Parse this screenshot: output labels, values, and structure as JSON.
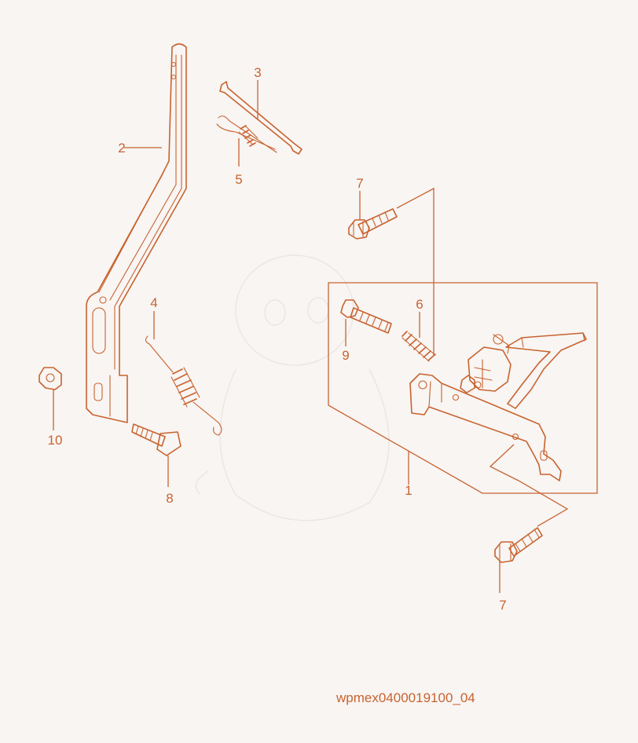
{
  "diagram": {
    "callouts": {
      "c1": "1",
      "c2": "2",
      "c3": "3",
      "c4": "4",
      "c5": "5",
      "c6": "6",
      "c7a": "7",
      "c7b": "7",
      "c8": "8",
      "c9": "9",
      "c10": "10"
    },
    "reference_code": "wpmex0400019100_04",
    "line_color": "#c8632f",
    "background_color": "#f8f5f3"
  }
}
